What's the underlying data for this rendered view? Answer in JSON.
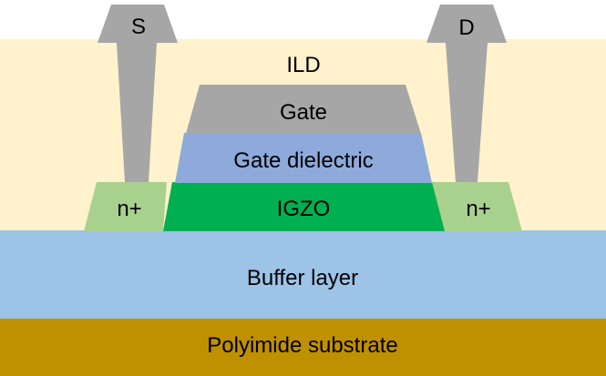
{
  "diagram": {
    "labels": {
      "source": "S",
      "drain": "D",
      "ild": "ILD",
      "gate": "Gate",
      "gate_dielectric": "Gate dielectric",
      "igzo": "IGZO",
      "n_plus_left": "n+",
      "n_plus_right": "n+",
      "buffer": "Buffer layer",
      "substrate": "Polyimide substrate"
    },
    "colors": {
      "background": "#ffffff",
      "ild": "#fff2cc",
      "gate": "#a6a6a6",
      "gate_dielectric": "#8eaadb",
      "igzo": "#00b050",
      "n_plus": "#a9d18e",
      "buffer": "#9dc3e6",
      "substrate": "#bf9000",
      "contact": "#a6a6a6",
      "text": "#000000"
    }
  }
}
